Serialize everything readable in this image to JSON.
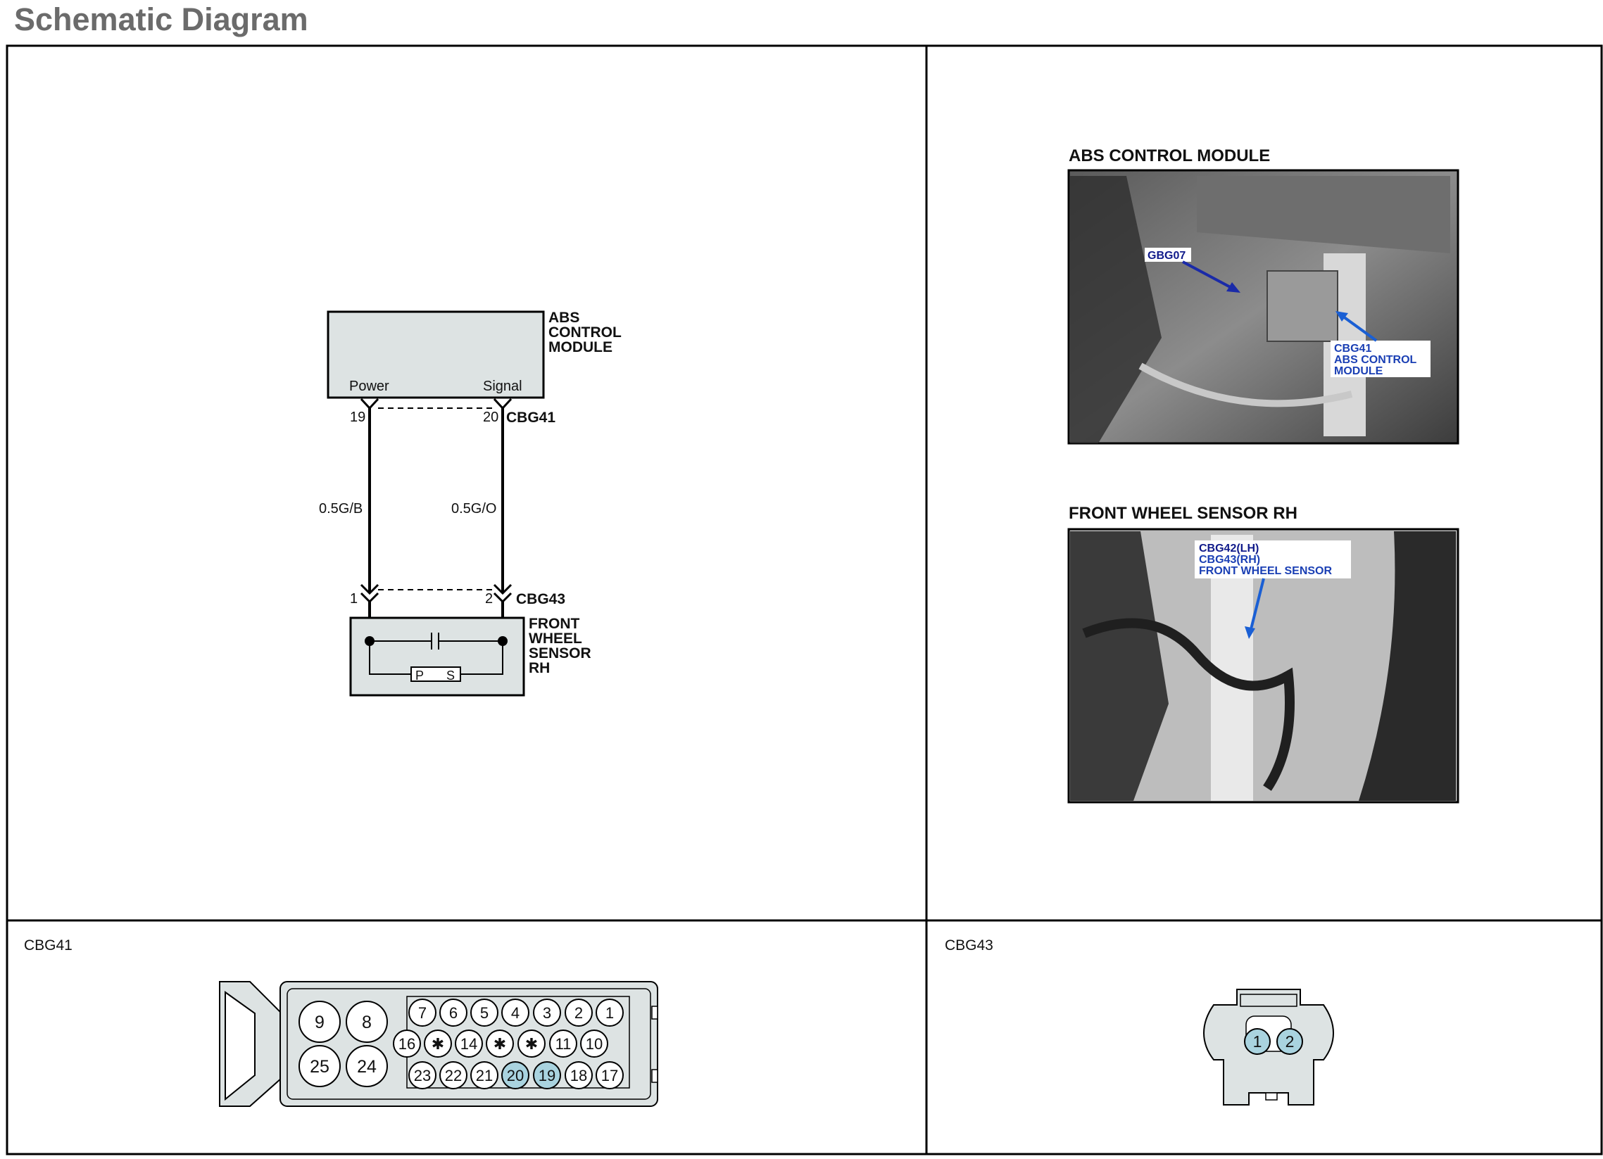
{
  "page": {
    "title": "Schematic Diagram"
  },
  "schematic": {
    "module": {
      "name": [
        "ABS",
        "CONTROL",
        "MODULE"
      ],
      "pin_power": "Power",
      "pin_signal": "Signal"
    },
    "connector_top": {
      "id": "CBG41",
      "pin_left": "19",
      "pin_right": "20"
    },
    "wires": {
      "left": "0.5G/B",
      "right": "0.5G/O"
    },
    "connector_bottom": {
      "id": "CBG43",
      "pin_left": "1",
      "pin_right": "2"
    },
    "sensor": {
      "name": [
        "FRONT",
        "WHEEL",
        "SENSOR",
        "RH"
      ],
      "ps_p": "P",
      "ps_s": "S"
    }
  },
  "photos": {
    "abs": {
      "heading": "ABS CONTROL MODULE",
      "callout1": "GBG07",
      "callout2": [
        "CBG41",
        "ABS CONTROL",
        "MODULE"
      ]
    },
    "wheel": {
      "heading": "FRONT WHEEL SENSOR RH",
      "callout": [
        "CBG42(LH)",
        "CBG43(RH)",
        "FRONT WHEEL SENSOR"
      ]
    }
  },
  "connectors": {
    "cbg41": {
      "label": "CBG41",
      "big": [
        "9",
        "8",
        "25",
        "24"
      ],
      "row1": [
        "7",
        "6",
        "5",
        "4",
        "3",
        "2",
        "1"
      ],
      "row2": [
        "16",
        "✱",
        "14",
        "✱",
        "✱",
        "11",
        "10"
      ],
      "row3": [
        "23",
        "22",
        "21",
        "20",
        "19",
        "18",
        "17"
      ],
      "highlighted": [
        "20",
        "19"
      ]
    },
    "cbg43": {
      "label": "CBG43",
      "pins": [
        "1",
        "2"
      ]
    }
  },
  "colors": {
    "highlight": "#a9d3df",
    "module_fill": "#dde3e3",
    "sensor_fill": "#dde3e3",
    "title": "#6b6b6b",
    "callout_blue": "#1a3fb4"
  }
}
